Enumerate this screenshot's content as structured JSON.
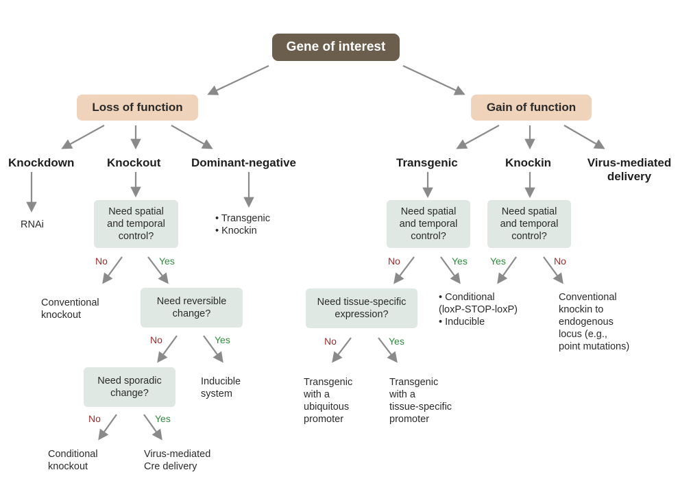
{
  "root": "Gene of interest",
  "categories": {
    "loss": "Loss of function",
    "gain": "Gain of function"
  },
  "headings": {
    "knockdown": "Knockdown",
    "knockout": "Knockout",
    "dominant_negative": "Dominant-negative",
    "transgenic": "Transgenic",
    "knockin": "Knockin",
    "virus_mediated": "Virus-mediated\ndelivery"
  },
  "questions": {
    "knockout_spatial": "Need spatial\nand temporal\ncontrol?",
    "reversible": "Need reversible\nchange?",
    "sporadic": "Need sporadic\nchange?",
    "transgenic_spatial": "Need spatial\nand temporal\ncontrol?",
    "knockin_spatial": "Need spatial\nand temporal\ncontrol?",
    "tissue_specific": "Need tissue-specific\nexpression?"
  },
  "leaves": {
    "rnai": "RNAi",
    "dn_options": "• Transgenic\n• Knockin",
    "conventional_knockout": "Conventional\nknockout",
    "inducible_system": "Inducible\nsystem",
    "conditional_knockout": "Conditional\nknockout",
    "virus_cre": "Virus-mediated\nCre delivery",
    "conditional_inducible": "• Conditional\n   (loxP-STOP-loxP)\n• Inducible",
    "conventional_knockin": "Conventional\nknockin to\nendogenous\nlocus (e.g.,\npoint mutations)",
    "transgenic_ubiquitous": "Transgenic\nwith a\nubiquitous\npromoter",
    "transgenic_tissue": "Transgenic\nwith a\ntissue-specific\npromoter"
  },
  "answers": {
    "no": "No",
    "yes": "Yes"
  },
  "colors": {
    "root_fill": "#6b5e4c",
    "category_fill": "#efd3ba",
    "question_fill": "#dfe8e3",
    "arrow": "#8a8a8a",
    "no_label": "#9e2a2a",
    "yes_label": "#2e8a3c"
  }
}
